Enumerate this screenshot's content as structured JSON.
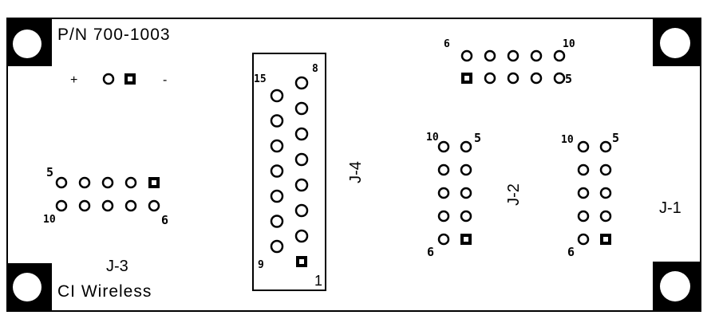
{
  "board": {
    "part_number": "P/N 700-1003",
    "maker": "CI Wireless",
    "polarity_plus": "+",
    "polarity_minus": "-"
  },
  "connectors": {
    "j1": {
      "label": "J-1"
    },
    "j2": {
      "label": "J-2",
      "pin_top_left": "10",
      "pin_top_right": "5",
      "pin_bottom_left": "6"
    },
    "j1_header": {
      "pin_top_left": "10",
      "pin_top_right": "5",
      "pin_bottom_left": "6"
    },
    "j3": {
      "label": "J-3",
      "pin_top_left": "5",
      "pin_bottom_left": "10",
      "pin_bottom_right": "6"
    },
    "j4": {
      "label": "J-4",
      "pin_top_left": "15",
      "pin_top_right": "8",
      "pin_bottom_left": "9",
      "pin_bottom_right": "1"
    },
    "top_header": {
      "pin_top_left": "6",
      "pin_top_right": "10",
      "pin_bottom_right": "5"
    }
  }
}
